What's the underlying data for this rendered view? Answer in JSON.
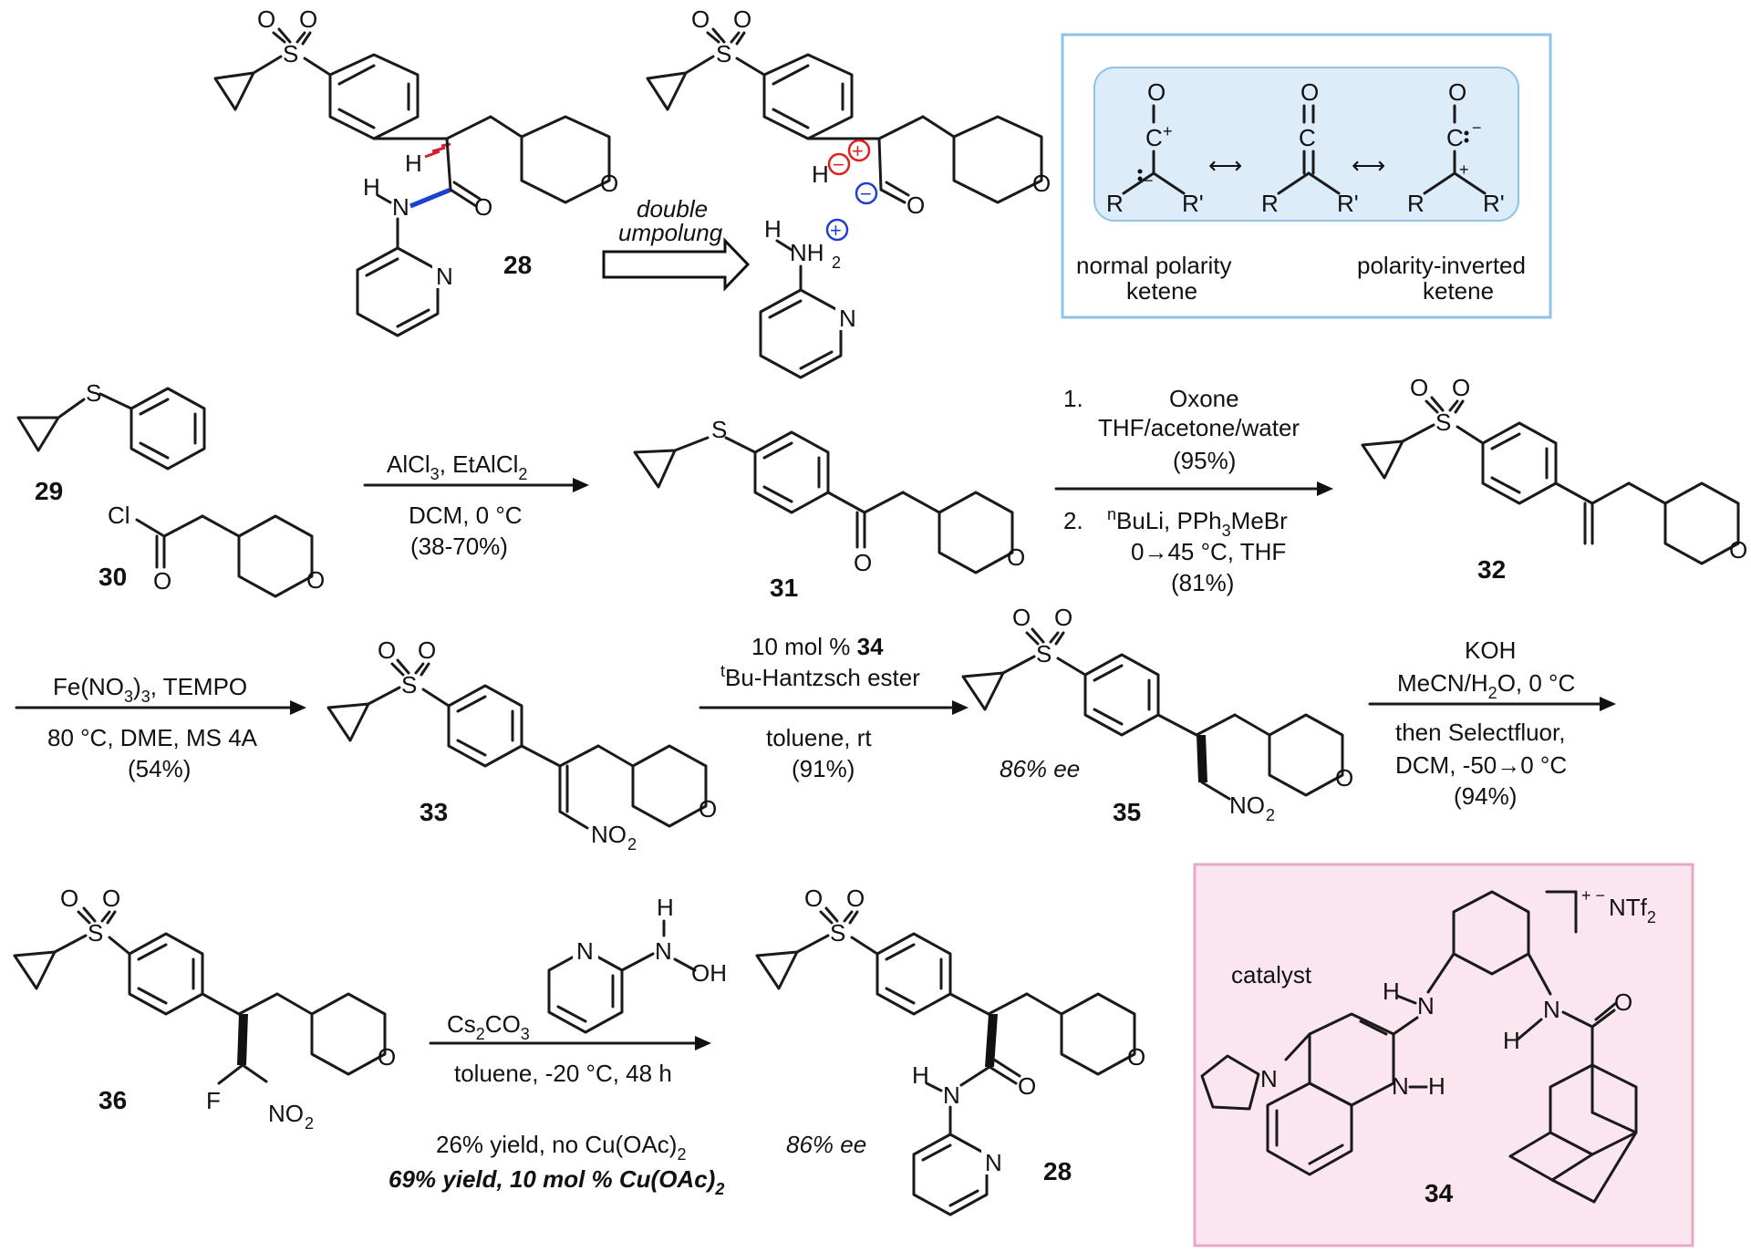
{
  "colors": {
    "ketene_box_border": "#8fc3e8",
    "ketene_box_fill": "#dcecf9",
    "catalyst_box_border": "#e6a8c6",
    "catalyst_box_fill": "#fbe6f0",
    "wedge_blue": "#1f3fd1",
    "hash_red": "#d0202a",
    "charge_red": "#e02020",
    "charge_blue": "#1f3fd1"
  },
  "compounds": {
    "c28_top": "28",
    "c29": "29",
    "c30": "30",
    "c31": "31",
    "c32": "32",
    "c33": "33",
    "c34": "34",
    "c35": "35",
    "c36": "36",
    "c28_bottom": "28"
  },
  "atoms": {
    "S": "S",
    "O": "O",
    "N": "N",
    "H": "H",
    "F": "F",
    "Cl": "Cl",
    "C": "C",
    "R": "R",
    "Rp": "R'",
    "NO": "NO",
    "two": "2",
    "NH": "NH",
    "OH": "OH"
  },
  "top_scheme": {
    "arrow_line1": "double",
    "arrow_line2": "umpolung",
    "plus": "+",
    "minus": "−"
  },
  "ketene_box": {
    "label_left_line1": "normal polarity",
    "label_left_line2": "ketene",
    "label_right_line1": "polarity-inverted",
    "label_right_line2": "ketene",
    "resonance_arrow": "⟷"
  },
  "step1": {
    "line1_a": "AlCl",
    "line1_b": "3",
    "line1_c": ", EtAlCl",
    "line1_d": "2",
    "line2": "DCM, 0 °C",
    "line3": "(38-70%)"
  },
  "step2": {
    "n1": "1.",
    "l1": "Oxone",
    "l2": "THF/acetone/water",
    "l3": "(95%)",
    "n2": "2.",
    "l4_sup": "n",
    "l4": "BuLi, PPh",
    "l4_sub": "3",
    "l4_end": "MeBr",
    "l5": "0→45 °C, THF",
    "l6": "(81%)"
  },
  "step3": {
    "l1_a": "Fe(NO",
    "l1_b": "3",
    "l1_c": ")",
    "l1_d": "3",
    "l1_e": ", TEMPO",
    "l2": "80 °C, DME, MS 4A",
    "l3": "(54%)"
  },
  "step4": {
    "l1_a": "10 mol % ",
    "l1_b": "34",
    "l2_sup": "t",
    "l2": "Bu-Hantzsch ester",
    "l3": "toluene, rt",
    "l4": "(91%)",
    "ee": "86% ee"
  },
  "step5": {
    "l1": "KOH",
    "l2_a": "MeCN/H",
    "l2_b": "2",
    "l2_c": "O, 0 °C",
    "l3": "then Selectfluor,",
    "l4": "DCM, -50→0 °C",
    "l5": "(94%)"
  },
  "step6": {
    "l1_a": "Cs",
    "l1_b": "2",
    "l1_c": "CO",
    "l1_d": "3",
    "l2": "toluene, -20 °C, 48 h",
    "l3": "26% yield, no Cu(OAc)",
    "l3_sub": "2",
    "l4": "69% yield, 10 mol % Cu(OAc)",
    "l4_sub": "2",
    "ee": "86% ee"
  },
  "catalyst_box": {
    "label": "catalyst",
    "counterion_a": "+ −",
    "counterion_b": "NTf",
    "counterion_c": "2"
  }
}
